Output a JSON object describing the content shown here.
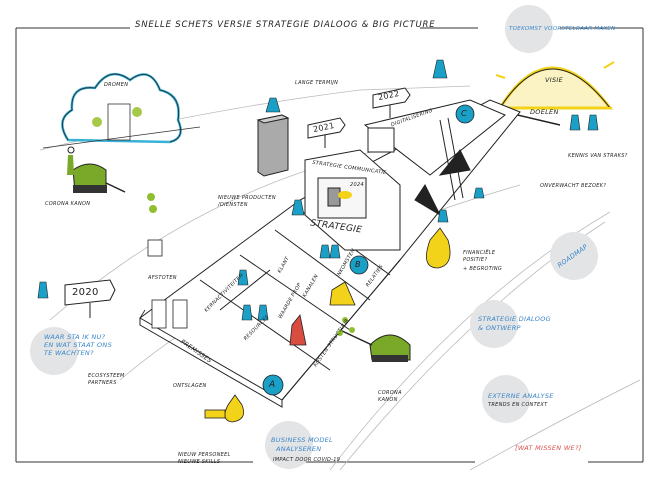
{
  "title": "SNELLE SCHETS VERSIE STRATEGIE DIALOOG & BIG PICTURE",
  "colors": {
    "accent_blue": "#1a9fc7",
    "label_blue": "#3a86c8",
    "yellow": "#f3d21a",
    "green": "#7aa92a",
    "red": "#d9534f",
    "circle_gray": "#e3e4e6"
  },
  "bubbles": {
    "toekomst": "TOEKOMST VOORSTELBAAR MAKEN",
    "roadmap": "ROADMAP",
    "strategie_dialoog": [
      "STRATEGIE DIALOOG",
      "& ONTWERP"
    ],
    "externe_analyse": "EXTERNE ANALYSE",
    "trends": "TRENDS EN CONTEXT",
    "business_model": [
      "BUSINESS MODEL",
      "ANALYSEREN"
    ],
    "impact": "IMPACT DOOR COVID-19",
    "waar_sta_ik": [
      "WAAR STA IK NU?",
      "EN WAT STAAT ONS",
      "TE WACHTEN?"
    ]
  },
  "labels": {
    "visie": "VISIE",
    "doelen": "DOELEN",
    "kennis": "KENNIS VAN STRAKS?",
    "onverwacht": "ONVERWACHT BEZOEK?",
    "dromen": "DROMEN",
    "corona_kanon_1": "CORONA KANON",
    "corona_kanon_2": [
      "CORONA",
      "KANON"
    ],
    "lange_termijn": "LANGE TERMIJN",
    "digitalisering": "DIGITALISERING",
    "strategie_communicatie": "STRATEGIE COMMUNICATIE",
    "strategie": "STRATEGIE",
    "nieuwe_producten": [
      "NIEUWE PRODUCTEN",
      "/DIENSTEN"
    ],
    "afstoten": "AFSTOTEN",
    "financiele": [
      "FINANCIËLE",
      "POSITIE?",
      "+ BEGROTING"
    ],
    "ecosysteem": [
      "ECOSYSTEEM",
      "PARTNERS"
    ],
    "ontslagen": "ONTSLAGEN",
    "nieuw_personeel": [
      "NIEUW PERSONEEL",
      "NIEUWE SKILLS"
    ],
    "wat_missen_we": "[WAT MISSEN WE?]",
    "year_2020": "2020",
    "year_2021": "2021",
    "year_2022": "2022",
    "badge_a": "A",
    "badge_b": "B",
    "badge_c": "C",
    "bm_premisses": "PREMISSES",
    "bm_resources": "RESOURCES",
    "bm_waarde": "WAARDE PROP",
    "bm_klant": "KLANT",
    "bm_kanalen": "KANALEN",
    "bm_activiteiten": "KERNACTIVITEITEN",
    "bm_inkomsten": "INKOMSTEN",
    "bm_kosten": "KOSTEN STRUCTUUR",
    "bm_relaties": "RELATIES",
    "bm_2024": "2024"
  }
}
